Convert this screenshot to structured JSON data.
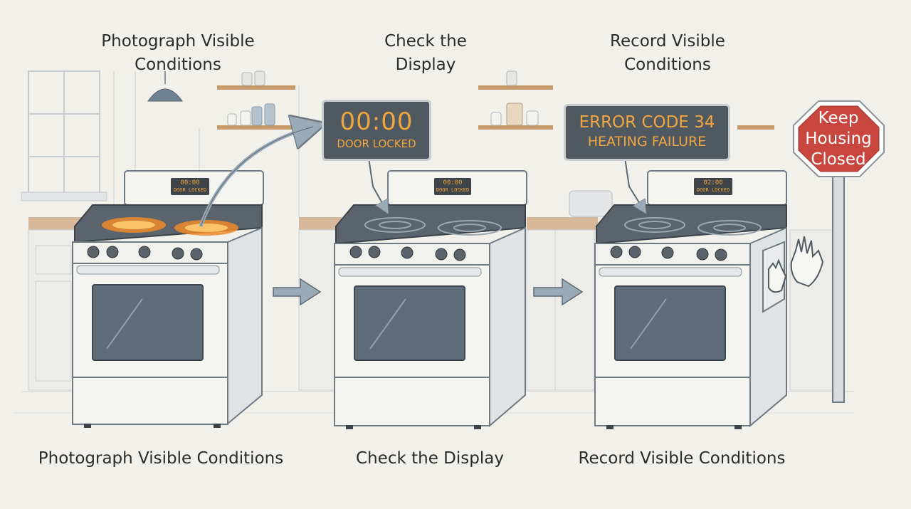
{
  "panels": [
    {
      "top_label": [
        "Photograph Visible",
        "Conditions"
      ],
      "bottom_label": "Photograph Visible Conditions",
      "mini_display": [
        "00:00",
        "DOOR LOCKED"
      ]
    },
    {
      "top_label": [
        "Check the",
        "Display"
      ],
      "bottom_label": "Check the Display",
      "callout": [
        "00:00",
        "DOOR LOCKED"
      ],
      "mini_display": [
        "00:00",
        "DOOR LOCKED"
      ]
    },
    {
      "top_label": [
        "Record Visible",
        "Conditions"
      ],
      "bottom_label": "Record Visible Conditions",
      "callout": [
        "ERROR CODE 34",
        "HEATING FAILURE"
      ],
      "mini_display": [
        "02:00",
        "DOOR LOCKED"
      ]
    }
  ],
  "stop_sign": [
    "Keep",
    "Housing",
    "Closed"
  ],
  "colors": {
    "background": "#f2f0ea",
    "display_text": "#f0a640",
    "display_bg": "#505860",
    "stop_sign": "#c9463e",
    "arrow": "#9aaab6",
    "flame": "#f08a2a"
  }
}
